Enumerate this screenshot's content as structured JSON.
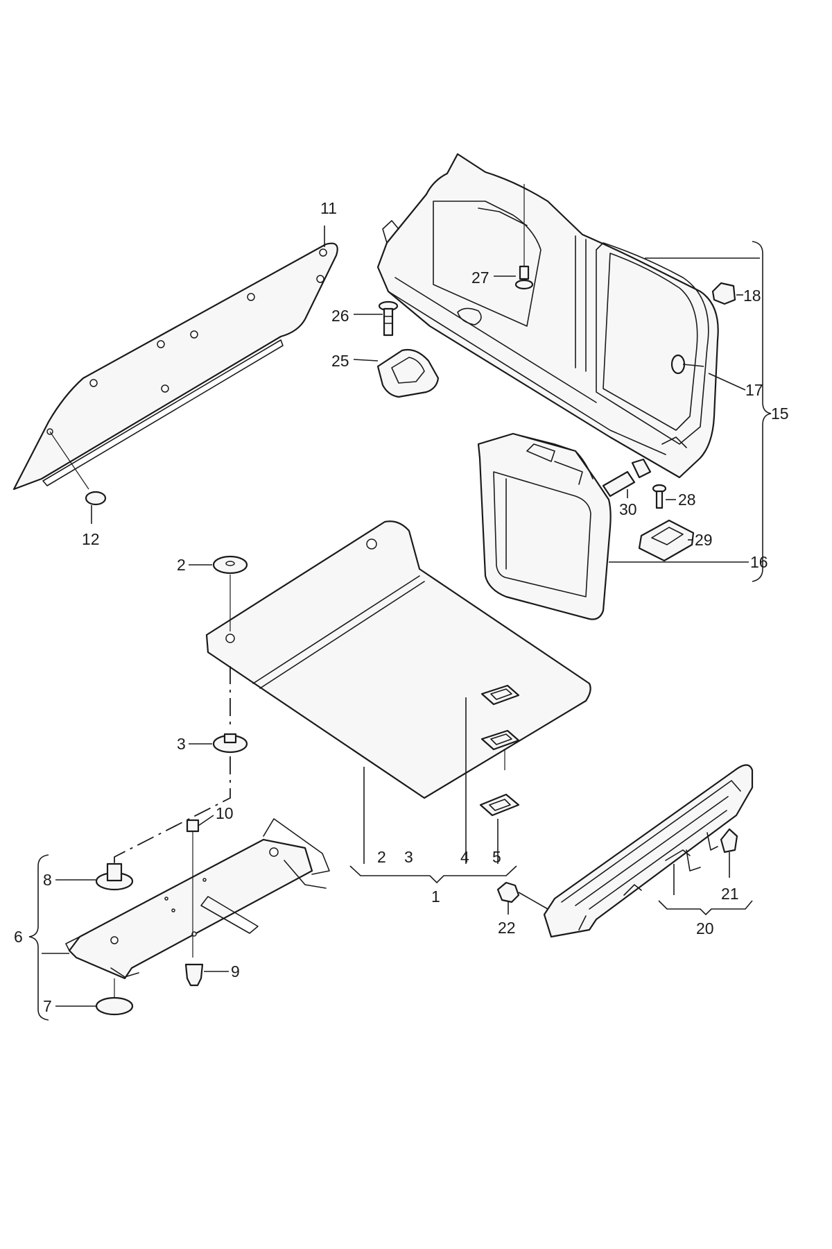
{
  "callouts": {
    "c1": "1",
    "c2": "2",
    "c3": "3",
    "c4": "4",
    "c5": "5",
    "c6": "6",
    "c7": "7",
    "c8": "8",
    "c9": "9",
    "c10": "10",
    "c11": "11",
    "c12": "12",
    "c15": "15",
    "c16": "16",
    "c17": "17",
    "c18": "18",
    "c20": "20",
    "c21": "21",
    "c22": "22",
    "c25": "25",
    "c26": "26",
    "c27": "27",
    "c28": "28",
    "c29": "29",
    "c30": "30",
    "g1_2": "2",
    "g1_3": "3",
    "g1_4": "4",
    "g1_5": "5"
  },
  "colors": {
    "line": "#1a1a1a",
    "fill": "#f7f7f7",
    "background": "#ffffff"
  }
}
